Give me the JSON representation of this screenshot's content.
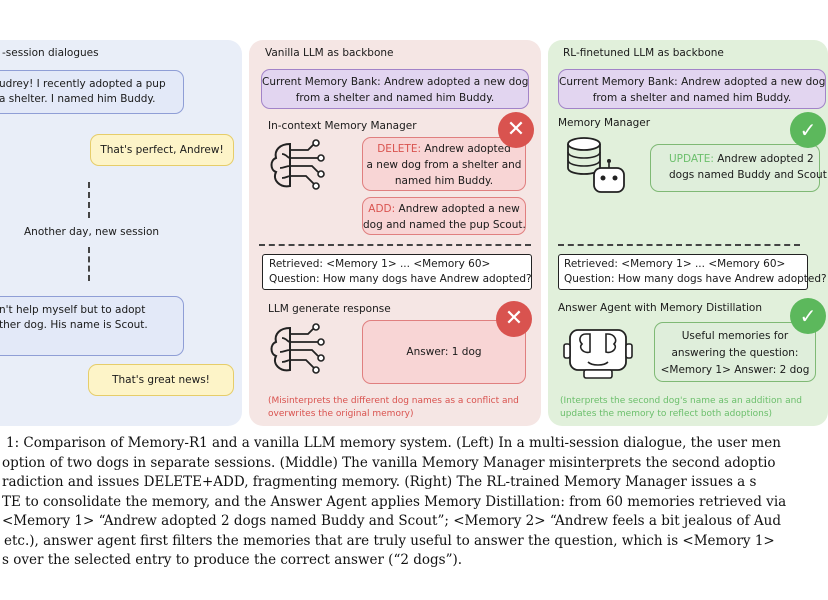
{
  "left_panel": {
    "title": "-session dialogues",
    "bubble1": [
      "udrey! I recently adopted a pup",
      "a shelter. I named him Buddy."
    ],
    "reply1": "That's perfect, Andrew!",
    "separator": "Another day, new session",
    "bubble2": [
      "n't help myself but to adopt",
      "ther dog. His name is Scout."
    ],
    "reply2": "That's great news!"
  },
  "middle_panel": {
    "title": "Vanilla LLM as backbone",
    "memory_bank": [
      "Current Memory Bank: Andrew adopted a new dog",
      "from a shelter and named him Buddy."
    ],
    "manager_title": "In-context Memory Manager",
    "delete_op": "DELETE:",
    "delete_text": [
      " Andrew adopted",
      "a new dog from a shelter and",
      "named him Buddy."
    ],
    "add_op": "ADD:",
    "add_text": [
      " Andrew adopted a new",
      "dog and named the pup Scout."
    ],
    "retrieved": [
      "Retrieved: <Memory 1> ... <Memory 60>",
      "Question: How many dogs have Andrew adopted?"
    ],
    "response_title": "LLM generate response",
    "answer": "Answer: 1 dog",
    "note": [
      "(Misinterprets the different dog names as a conflict and",
      "overwrites the original memory)"
    ]
  },
  "right_panel": {
    "title": "RL-finetuned LLM as backbone",
    "memory_bank": [
      "Current Memory Bank: Andrew adopted a new dog",
      "from a shelter and named him Buddy."
    ],
    "manager_title": "Memory Manager",
    "update_op": "UPDATE:",
    "update_text": [
      " Andrew adopted 2",
      "dogs named Buddy and Scout"
    ],
    "retrieved": [
      "Retrieved: <Memory 1> ... <Memory 60>",
      "Question: How many dogs have Andrew adopted?"
    ],
    "agent_title": "Answer Agent with Memory Distillation",
    "useful": [
      "Useful memories for",
      "answering the question:",
      "<Memory 1> Answer: 2 dog"
    ],
    "note": [
      "(Interprets the second dog's name as an addition and",
      "updates the memory to reflect both adoptions)"
    ]
  },
  "caption": [
    "1: Comparison of Memory-R1 and a vanilla LLM memory system. (Left) In a multi-session dialogue, the user men",
    "option of two dogs in separate sessions. (Middle) The vanilla Memory Manager misinterprets the second adoptio",
    "radiction and issues DELETE+ADD, fragmenting memory. (Right) The RL-trained Memory Manager issues a s",
    "TE to consolidate the memory, and the Answer Agent applies Memory Distillation: from 60 memories retrieved via",
    "<Memory 1> “Andrew adopted 2 dogs named Buddy and Scout”; <Memory 2> “Andrew feels a bit jealous of Aud",
    "etc.), answer agent first filters the memories that are truly useful to answer the question, which is <Memory 1>",
    "s over the selected entry to produce the correct answer (“2 dogs”)."
  ]
}
